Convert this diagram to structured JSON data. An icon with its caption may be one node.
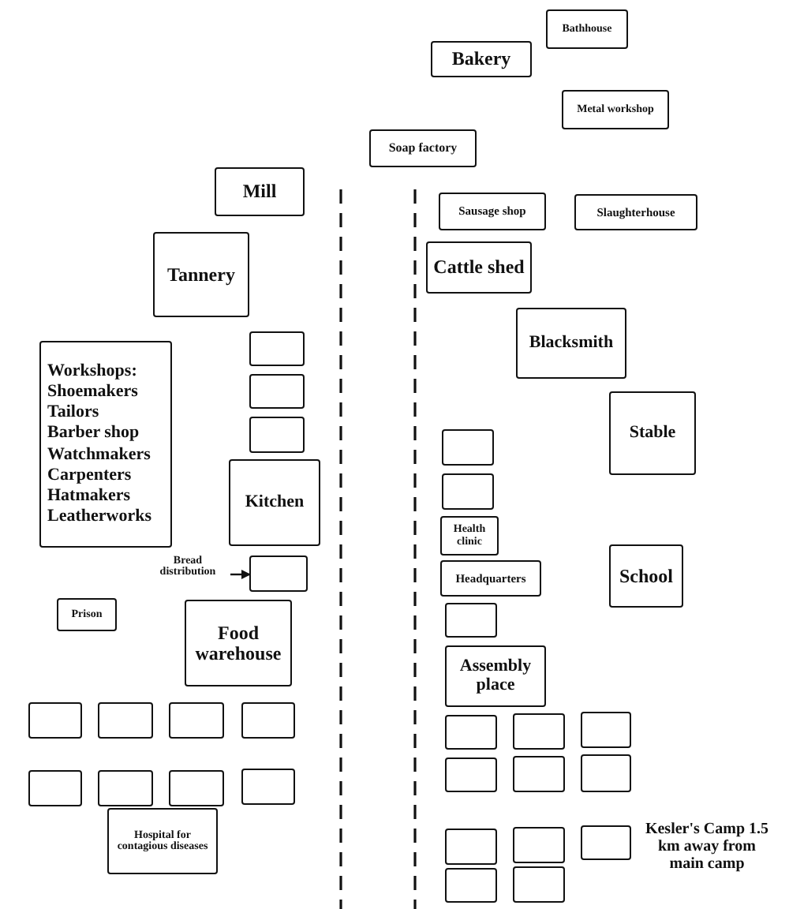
{
  "diagram": {
    "nodes": [
      {
        "text": [
          "Bathhouse"
        ]
      },
      {
        "text": [
          "Bakery"
        ]
      },
      {
        "text": [
          "Metal workshop"
        ]
      },
      {
        "text": [
          "Soap factory"
        ]
      },
      {
        "text": [
          "Mill"
        ]
      },
      {
        "text": [
          "Sausage shop"
        ]
      },
      {
        "text": [
          "Slaughterhouse"
        ]
      },
      {
        "text": [
          "Tannery"
        ]
      },
      {
        "text": [
          "Cattle shed"
        ]
      },
      {
        "text": [
          "Blacksmith"
        ]
      },
      {
        "text": [
          "Workshops:",
          "Shoemakers",
          "Tailors",
          "Barber shop",
          "Watchmakers",
          "Carpenters",
          "Hatmakers",
          "Leatherworks"
        ]
      },
      {
        "text": [],
        "shape": "box"
      },
      {
        "text": [],
        "shape": "box"
      },
      {
        "text": [],
        "shape": "box"
      },
      {
        "text": [
          "Stable"
        ]
      },
      {
        "text": [],
        "shape": "box"
      },
      {
        "text": [],
        "shape": "box"
      },
      {
        "text": [
          "Kitchen"
        ]
      },
      {
        "text": [
          "Health clinic"
        ]
      },
      {
        "text": [
          "Headquarters"
        ]
      },
      {
        "text": [
          "School"
        ]
      },
      {
        "text": [
          "Bread distribution"
        ]
      },
      {
        "text": [],
        "shape": "box"
      },
      {
        "text": [
          "Prison"
        ]
      },
      {
        "text": [],
        "shape": "box"
      },
      {
        "text": [
          "Food warehouse"
        ]
      },
      {
        "text": [
          "Assembly place"
        ]
      },
      {
        "text": [],
        "shape": "box"
      },
      {
        "text": [],
        "shape": "box"
      },
      {
        "text": [],
        "shape": "box"
      },
      {
        "text": [],
        "shape": "box"
      },
      {
        "text": [],
        "shape": "box"
      },
      {
        "text": [],
        "shape": "box"
      },
      {
        "text": [],
        "shape": "box"
      },
      {
        "text": [],
        "shape": "box"
      },
      {
        "text": [],
        "shape": "box"
      },
      {
        "text": [],
        "shape": "box"
      },
      {
        "text": [],
        "shape": "box"
      },
      {
        "text": [],
        "shape": "box"
      },
      {
        "text": [],
        "shape": "box"
      },
      {
        "text": [],
        "shape": "box"
      },
      {
        "text": [
          "Hospital for contagious diseases"
        ]
      },
      {
        "text": [],
        "shape": "box"
      },
      {
        "text": [],
        "shape": "box"
      },
      {
        "text": [],
        "shape": "box"
      },
      {
        "text": [],
        "shape": "box"
      },
      {
        "text": [],
        "shape": "box"
      }
    ],
    "edges": [
      {
        "from": 21,
        "to": 22,
        "arrow": "to"
      }
    ],
    "labels": [
      "Kesler's Camp 1.5 km away from main camp"
    ]
  }
}
